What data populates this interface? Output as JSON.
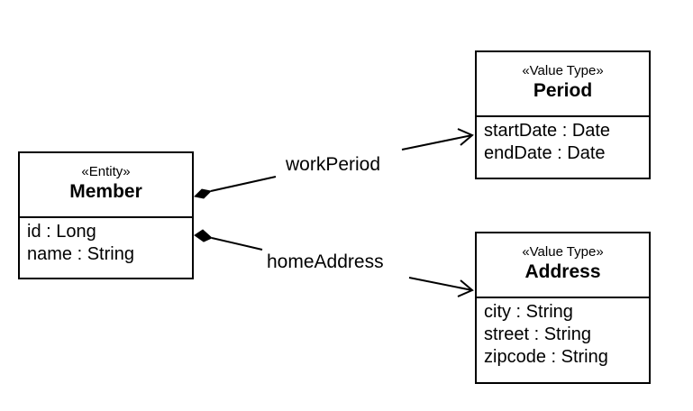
{
  "classes": {
    "member": {
      "stereotype": "«Entity»",
      "name": "Member",
      "attributes": [
        "id : Long",
        "name : String"
      ]
    },
    "period": {
      "stereotype": "«Value Type»",
      "name": "Period",
      "attributes": [
        "startDate : Date",
        "endDate : Date"
      ]
    },
    "address": {
      "stereotype": "«Value Type»",
      "name": "Address",
      "attributes": [
        "city : String",
        "street : String",
        "zipcode : String"
      ]
    }
  },
  "associations": {
    "work_period": {
      "label": "workPeriod",
      "kind": "composition"
    },
    "home_address": {
      "label": "homeAddress",
      "kind": "composition"
    }
  },
  "colors": {
    "line": "#000000",
    "background": "#ffffff"
  }
}
